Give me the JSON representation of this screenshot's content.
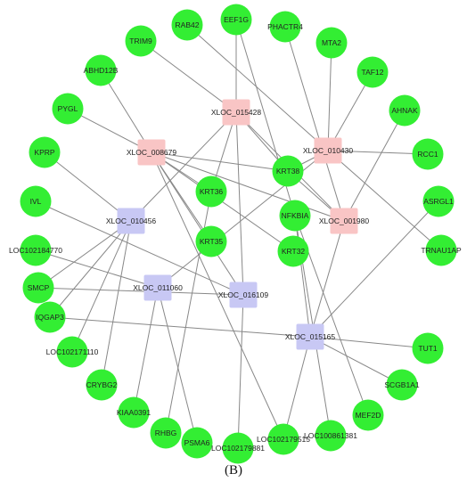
{
  "figure": {
    "panel_label": "(B)",
    "colors": {
      "gene_node": "#33ee33",
      "red_hub": "#f9c5c5",
      "blue_hub": "#c8c8f4",
      "edge": "#888888"
    },
    "nodes": [
      {
        "id": "RAB42",
        "label": "RAB42",
        "kind": "gene"
      },
      {
        "id": "EEF1G",
        "label": "EEF1G",
        "kind": "gene"
      },
      {
        "id": "PHACTR4",
        "label": "PHACTR4",
        "kind": "gene"
      },
      {
        "id": "TRIM9",
        "label": "TRIM9",
        "kind": "gene"
      },
      {
        "id": "MTA2",
        "label": "MTA2",
        "kind": "gene"
      },
      {
        "id": "ABHD12B",
        "label": "ABHD12B",
        "kind": "gene"
      },
      {
        "id": "TAF12",
        "label": "TAF12",
        "kind": "gene"
      },
      {
        "id": "PYGL",
        "label": "PYGL",
        "kind": "gene"
      },
      {
        "id": "AHNAK",
        "label": "AHNAK",
        "kind": "gene"
      },
      {
        "id": "KPRP",
        "label": "KPRP",
        "kind": "gene"
      },
      {
        "id": "RCC1",
        "label": "RCC1",
        "kind": "gene"
      },
      {
        "id": "IVL",
        "label": "IVL",
        "kind": "gene"
      },
      {
        "id": "ASRGL1",
        "label": "ASRGL1",
        "kind": "gene"
      },
      {
        "id": "LOC102184770",
        "label": "LOC102184770",
        "kind": "gene"
      },
      {
        "id": "TRNAU1AP",
        "label": "TRNAU1AP",
        "kind": "gene"
      },
      {
        "id": "SMCP",
        "label": "SMCP",
        "kind": "gene"
      },
      {
        "id": "IQGAP3",
        "label": "IQGAP3",
        "kind": "gene"
      },
      {
        "id": "TUT1",
        "label": "TUT1",
        "kind": "gene"
      },
      {
        "id": "LOC102171110",
        "label": "LOC102171110",
        "kind": "gene"
      },
      {
        "id": "SCGB1A1",
        "label": "SCGB1A1",
        "kind": "gene"
      },
      {
        "id": "CRYBG2",
        "label": "CRYBG2",
        "kind": "gene"
      },
      {
        "id": "MEF2D",
        "label": "MEF2D",
        "kind": "gene"
      },
      {
        "id": "KIAA0391",
        "label": "KIAA0391",
        "kind": "gene"
      },
      {
        "id": "LOC100861381",
        "label": "LOC100861381",
        "kind": "gene"
      },
      {
        "id": "RHBG",
        "label": "RHBG",
        "kind": "gene"
      },
      {
        "id": "PSMA6",
        "label": "PSMA6",
        "kind": "gene"
      },
      {
        "id": "LOC102179515",
        "label": "LOC102179515",
        "kind": "gene"
      },
      {
        "id": "LOC102179881",
        "label": "LOC102179881",
        "kind": "gene"
      },
      {
        "id": "KRT38",
        "label": "KRT38",
        "kind": "gene"
      },
      {
        "id": "KRT36",
        "label": "KRT36",
        "kind": "gene"
      },
      {
        "id": "NFKBIA",
        "label": "NFKBIA",
        "kind": "gene"
      },
      {
        "id": "KRT35",
        "label": "KRT35",
        "kind": "gene"
      },
      {
        "id": "KRT32",
        "label": "KRT32",
        "kind": "gene"
      },
      {
        "id": "XLOC_015428",
        "label": "XLOC_015428",
        "kind": "red_hub"
      },
      {
        "id": "XLOC_008679",
        "label": "XLOC_008679",
        "kind": "red_hub"
      },
      {
        "id": "XLOC_010430",
        "label": "XLOC_010430",
        "kind": "red_hub"
      },
      {
        "id": "XLOC_001980",
        "label": "XLOC_001980",
        "kind": "red_hub"
      },
      {
        "id": "XLOC_010456",
        "label": "XLOC_010456",
        "kind": "blue_hub"
      },
      {
        "id": "XLOC_011060",
        "label": "XLOC_011060",
        "kind": "blue_hub"
      },
      {
        "id": "XLOC_016109",
        "label": "XLOC_016109",
        "kind": "blue_hub"
      },
      {
        "id": "XLOC_015165",
        "label": "XLOC_015165",
        "kind": "blue_hub"
      }
    ],
    "edges": [
      [
        "XLOC_015428",
        "TRIM9"
      ],
      [
        "XLOC_015428",
        "EEF1G"
      ],
      [
        "XLOC_015428",
        "KRT38"
      ],
      [
        "XLOC_015428",
        "KRT36"
      ],
      [
        "XLOC_015428",
        "XLOC_001980"
      ],
      [
        "XLOC_015428",
        "XLOC_010456"
      ],
      [
        "XLOC_015428",
        "XLOC_016109"
      ],
      [
        "XLOC_008679",
        "ABHD12B"
      ],
      [
        "XLOC_008679",
        "PYGL"
      ],
      [
        "XLOC_008679",
        "KRT38"
      ],
      [
        "XLOC_008679",
        "KRT36"
      ],
      [
        "XLOC_008679",
        "KRT35"
      ],
      [
        "XLOC_008679",
        "KRT32"
      ],
      [
        "XLOC_008679",
        "XLOC_001980"
      ],
      [
        "XLOC_008679",
        "XLOC_016109"
      ],
      [
        "XLOC_008679",
        "LOC102179515"
      ],
      [
        "XLOC_010430",
        "RAB42"
      ],
      [
        "XLOC_010430",
        "MTA2"
      ],
      [
        "XLOC_010430",
        "TAF12"
      ],
      [
        "XLOC_010430",
        "RCC1"
      ],
      [
        "XLOC_010430",
        "KRT38"
      ],
      [
        "XLOC_010430",
        "TRNAU1AP"
      ],
      [
        "XLOC_010430",
        "XLOC_011060"
      ],
      [
        "XLOC_001980",
        "AHNAK"
      ],
      [
        "XLOC_001980",
        "PHACTR4"
      ],
      [
        "XLOC_001980",
        "KRT38"
      ],
      [
        "XLOC_001980",
        "XLOC_015165"
      ],
      [
        "XLOC_010456",
        "KPRP"
      ],
      [
        "XLOC_010456",
        "SMCP"
      ],
      [
        "XLOC_010456",
        "IQGAP3"
      ],
      [
        "XLOC_010456",
        "LOC102171110"
      ],
      [
        "XLOC_010456",
        "CRYBG2"
      ],
      [
        "XLOC_011060",
        "LOC102184770"
      ],
      [
        "XLOC_011060",
        "KIAA0391"
      ],
      [
        "XLOC_011060",
        "PSMA6"
      ],
      [
        "XLOC_016109",
        "IVL"
      ],
      [
        "XLOC_016109",
        "SMCP"
      ],
      [
        "XLOC_016109",
        "LOC102179881"
      ],
      [
        "XLOC_015165",
        "ASRGL1"
      ],
      [
        "XLOC_015165",
        "TUT1"
      ],
      [
        "XLOC_015165",
        "SCGB1A1"
      ],
      [
        "XLOC_015165",
        "NFKBIA"
      ],
      [
        "XLOC_015165",
        "IQGAP3"
      ],
      [
        "XLOC_015165",
        "LOC102179515"
      ],
      [
        "NFKBIA",
        "EEF1G"
      ],
      [
        "NFKBIA",
        "MEF2D"
      ],
      [
        "NFKBIA",
        "LOC100861381"
      ],
      [
        "KRT36",
        "RHBG"
      ]
    ]
  }
}
